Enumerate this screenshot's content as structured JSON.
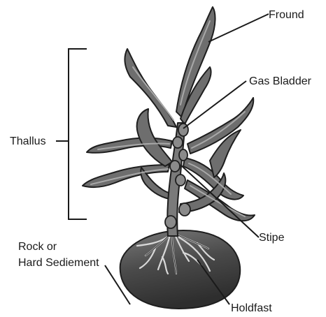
{
  "labels": {
    "frond": "Fround",
    "gas_bladder": "Gas Bladder",
    "thallus": "Thallus",
    "stipe": "Stipe",
    "rock_line1": "Rock or",
    "rock_line2": "Hard Sediement",
    "holdfast": "Holdfast"
  },
  "colors": {
    "kelp_fill": "#6e6e6e",
    "kelp_highlight": "#9a9a9a",
    "kelp_outline": "#1e1e1e",
    "rock_fill": "#4a4a4a",
    "line": "#1a1a1a"
  }
}
